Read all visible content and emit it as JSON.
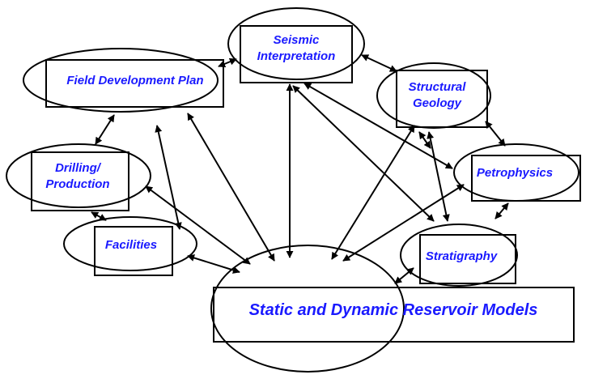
{
  "nodes": {
    "seismic": {
      "line1": "Seismic",
      "line2": "Interpretation"
    },
    "field_dev": {
      "label": "Field Development Plan"
    },
    "structural": {
      "line1": "Structural",
      "line2": "Geology"
    },
    "drilling": {
      "line1": "Drilling/",
      "line2": "Production"
    },
    "petrophysics": {
      "label": "Petrophysics"
    },
    "facilities": {
      "label": "Facilities"
    },
    "stratigraphy": {
      "label": "Stratigraphy"
    },
    "reservoir": {
      "label": "Static and Dynamic Reservoir Models"
    }
  },
  "colors": {
    "label": "#1a1aff",
    "outline": "#000000",
    "background": "#ffffff"
  }
}
